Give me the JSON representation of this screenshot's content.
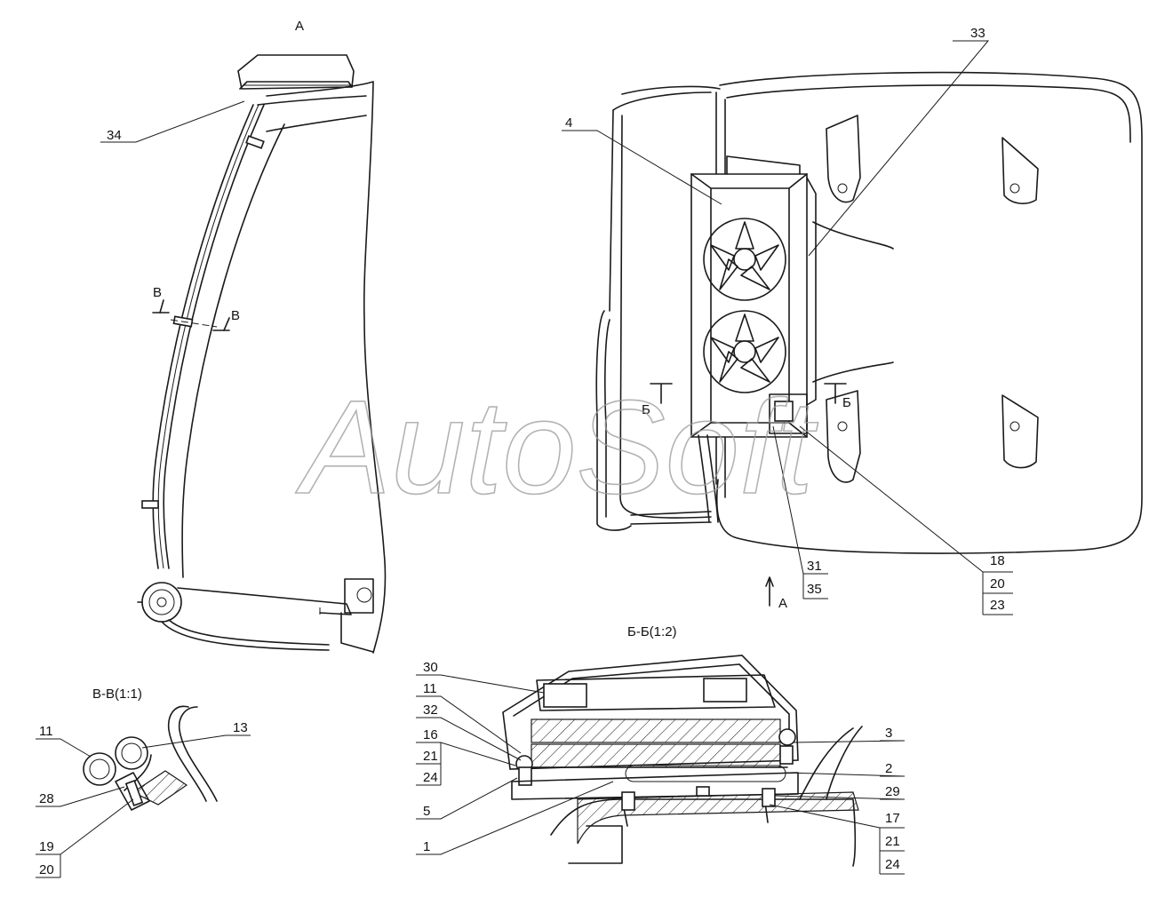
{
  "watermark": "AutoSoft",
  "views": {
    "view_a": {
      "title": "А"
    },
    "view_bb": {
      "title": "Б-Б(1:2)"
    },
    "view_vv": {
      "title": "В-В(1:1)"
    },
    "arrow_a": "А",
    "section_b": "Б",
    "section_v": "В"
  },
  "callouts": {
    "c34": "34",
    "c4": "4",
    "c33": "33",
    "c31": "31",
    "c35": "35",
    "c18": "18",
    "c20a": "20",
    "c23": "23",
    "c30": "30",
    "c11a": "11",
    "c32": "32",
    "c16": "16",
    "c21a": "21",
    "c24a": "24",
    "c5": "5",
    "c1": "1",
    "c3": "3",
    "c2": "2",
    "c29": "29",
    "c17": "17",
    "c21b": "21",
    "c24b": "24",
    "c11b": "11",
    "c13": "13",
    "c28": "28",
    "c19": "19",
    "c20b": "20"
  }
}
